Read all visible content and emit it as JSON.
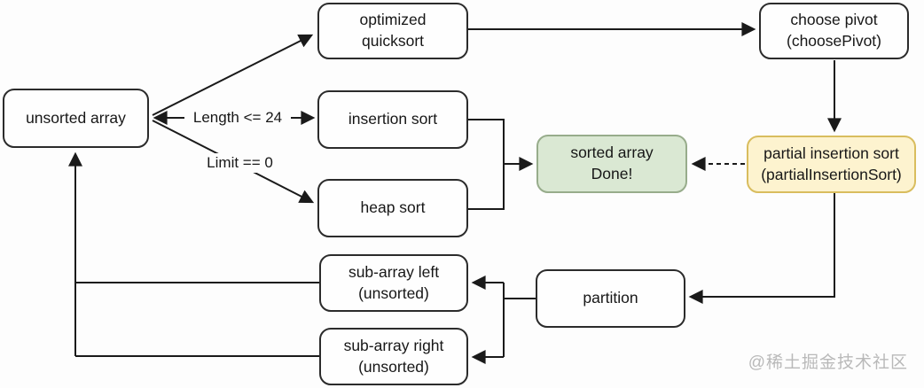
{
  "nodes": {
    "unsorted_array": {
      "label": "unsorted array"
    },
    "optimized_quicksort": {
      "label": "optimized\nquicksort"
    },
    "choose_pivot": {
      "label": "choose pivot\n(choosePivot)"
    },
    "insertion_sort": {
      "label": "insertion sort"
    },
    "heap_sort": {
      "label": "heap sort"
    },
    "sorted_array": {
      "label": "sorted array\nDone!"
    },
    "partial_insertion_sort": {
      "label": "partial insertion sort\n(partialInsertionSort)"
    },
    "partition": {
      "label": "partition"
    },
    "sub_array_left": {
      "label": "sub-array left\n(unsorted)"
    },
    "sub_array_right": {
      "label": "sub-array right\n(unsorted)"
    }
  },
  "edge_labels": {
    "length_condition": "Length <= 24",
    "limit_condition": "Limit == 0"
  },
  "watermark": "@稀土掘金技术社区",
  "colors": {
    "node_fill": "#fefefe",
    "node_border": "#2b2b2b",
    "success_fill": "#dae8d3",
    "success_border": "#97ac8b",
    "highlight_fill": "#fdf3cf",
    "highlight_border": "#d9bd5e",
    "line": "#1a1a1a",
    "watermark_text": "#b9b9b9"
  }
}
